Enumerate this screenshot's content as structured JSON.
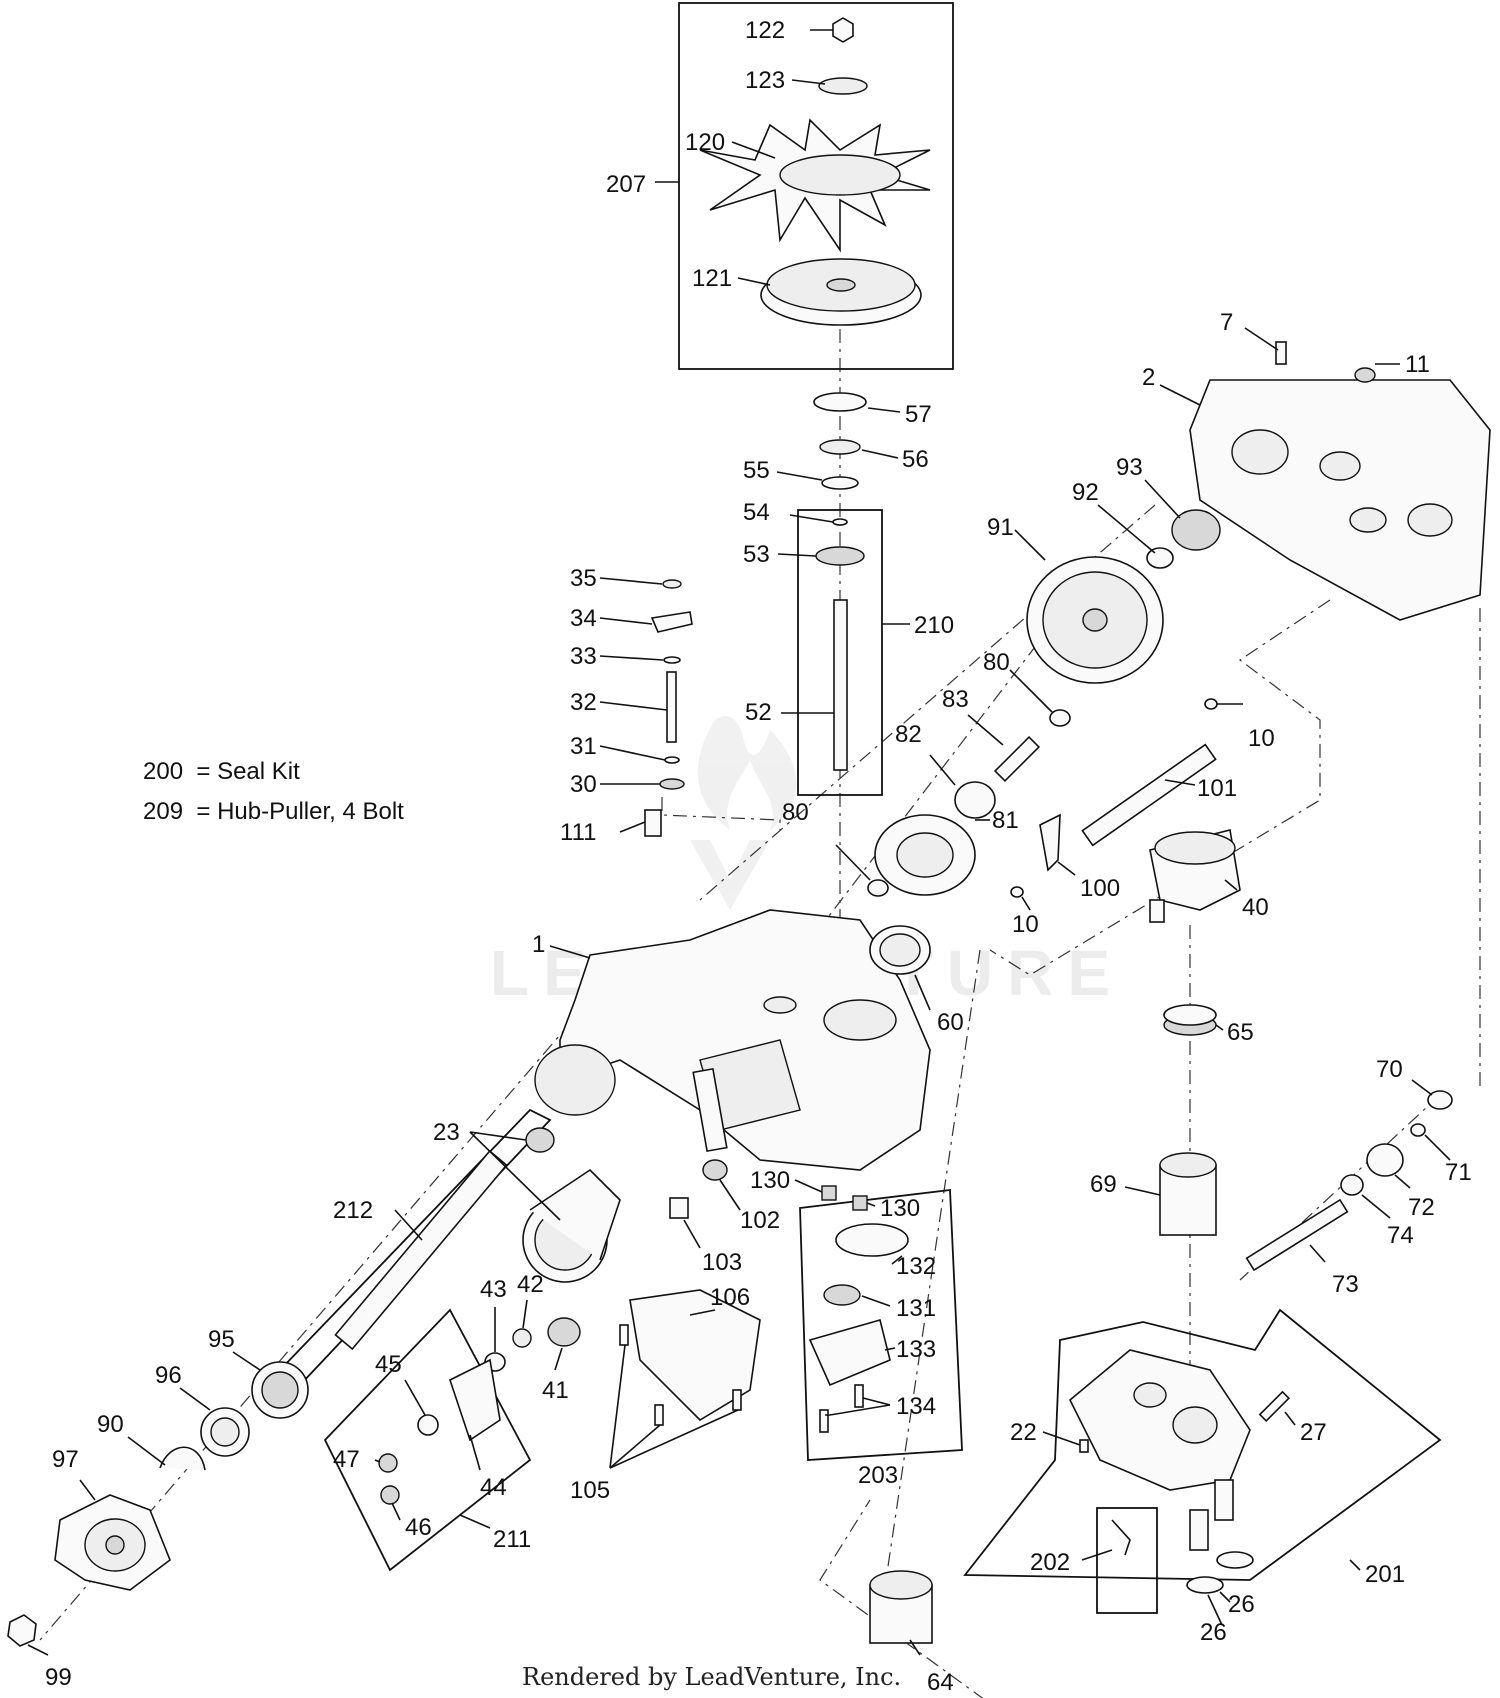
{
  "legend": [
    {
      "code": "200",
      "sep": "=",
      "text": "Seal Kit"
    },
    {
      "code": "209",
      "sep": "=",
      "text": "Hub-Puller, 4 Bolt"
    }
  ],
  "watermark": "LEADVENTURE",
  "footer": "Rendered by LeadVenture, Inc.",
  "callouts": [
    "122",
    "123",
    "120",
    "207",
    "121",
    "7",
    "11",
    "2",
    "57",
    "56",
    "55",
    "54",
    "53",
    "210",
    "52",
    "93",
    "92",
    "91",
    "35",
    "34",
    "33",
    "32",
    "31",
    "30",
    "80",
    "83",
    "10",
    "101",
    "82",
    "111",
    "80",
    "81",
    "100",
    "40",
    "10",
    "1",
    "60",
    "65",
    "23",
    "130",
    "130",
    "102",
    "212",
    "103",
    "132",
    "131",
    "133",
    "134",
    "106",
    "105",
    "43",
    "42",
    "41",
    "95",
    "45",
    "96",
    "90",
    "97",
    "47",
    "44",
    "46",
    "211",
    "99",
    "203",
    "70",
    "71",
    "69",
    "72",
    "74",
    "73",
    "22",
    "27",
    "202",
    "201",
    "26",
    "26",
    "64"
  ]
}
